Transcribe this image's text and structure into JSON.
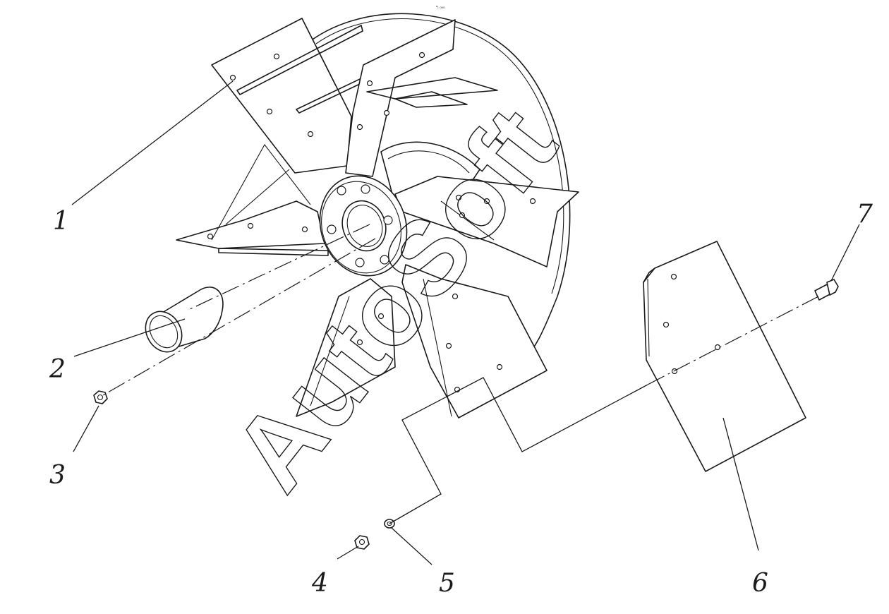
{
  "diagram": {
    "watermark": "AutoSoft",
    "corner_mark": "ᵃₗ ₀₀₀",
    "callouts": [
      {
        "id": "1",
        "label": "1"
      },
      {
        "id": "2",
        "label": "2"
      },
      {
        "id": "3",
        "label": "3"
      },
      {
        "id": "4",
        "label": "4"
      },
      {
        "id": "5",
        "label": "5"
      },
      {
        "id": "6",
        "label": "6"
      },
      {
        "id": "7",
        "label": "7"
      }
    ]
  },
  "colors": {
    "line": "#1a1a1a",
    "background": "#ffffff"
  }
}
